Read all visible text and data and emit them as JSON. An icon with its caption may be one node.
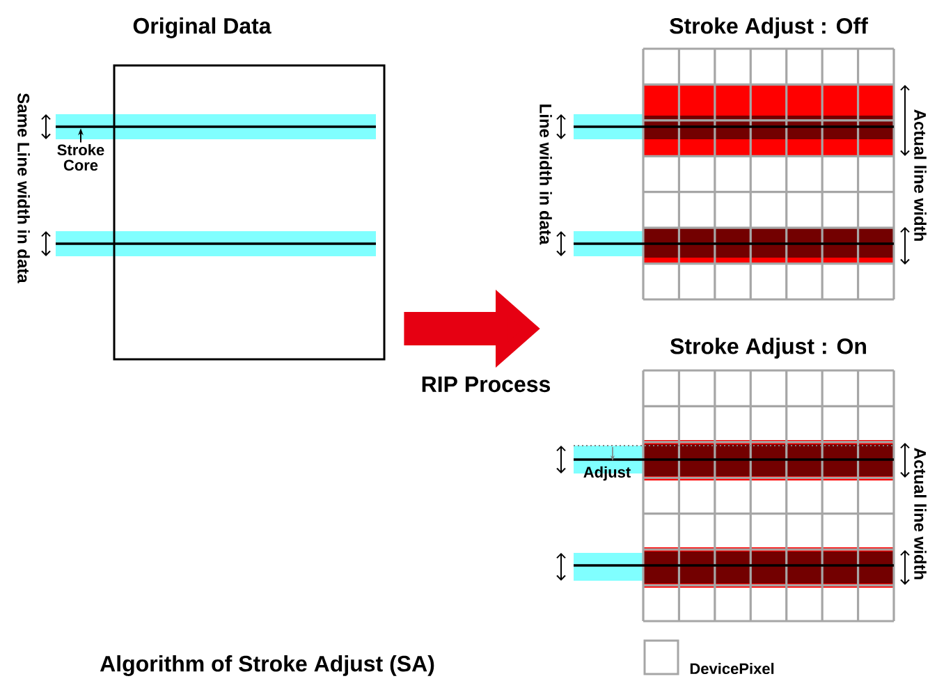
{
  "diagram": {
    "caption": "Algorithm of Stroke Adjust (SA)",
    "nodes": [
      {
        "text": [
          "Original Data"
        ]
      },
      {
        "text": [
          "Stroke Adjust : Off"
        ]
      },
      {
        "text": [
          "Stroke Adjust : On"
        ]
      },
      {
        "text": [
          "Stroke Core"
        ]
      },
      {
        "text": [],
        "shape": "bar"
      }
    ],
    "edges": [
      {
        "from": 0,
        "to": null,
        "arrow": "to",
        "label": "RIP Process",
        "style": "thick",
        "color": "#e60012"
      },
      {
        "from": 3,
        "to": 4,
        "arrow": "to",
        "color": "#000000"
      }
    ],
    "labels": [
      "Same Line width in data",
      "Line width in data",
      "Actual line width",
      "Adjust",
      "Actual line width"
    ],
    "legend": [
      {
        "text": "DevicePixel"
      }
    ]
  }
}
